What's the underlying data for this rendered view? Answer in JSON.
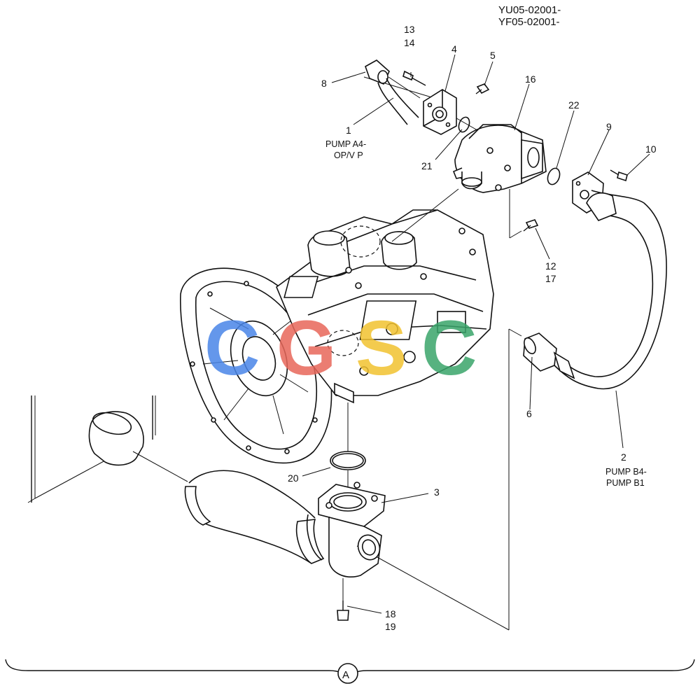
{
  "header": {
    "serial_line_1": "YU05-02001-",
    "serial_line_2": "YF05-02001-"
  },
  "callouts": {
    "c1": "1",
    "c1_note_1": "PUMP A4-",
    "c1_note_2": "OP/V P",
    "c2": "2",
    "c2_note_1": "PUMP B4-",
    "c2_note_2": "PUMP B1",
    "c3": "3",
    "c4": "4",
    "c5": "5",
    "c6": "6",
    "c8": "8",
    "c9": "9",
    "c10": "10",
    "c12": "12",
    "c17": "17",
    "c13": "13",
    "c14": "14",
    "c16": "16",
    "c18": "18",
    "c19": "19",
    "c20": "20",
    "c21": "21",
    "c22": "22"
  },
  "footer": {
    "section_marker": "A"
  },
  "watermark": {
    "text": "CGSC",
    "colors": [
      "#4a86e8",
      "#e8675a",
      "#f2c230",
      "#3aa56b"
    ]
  }
}
